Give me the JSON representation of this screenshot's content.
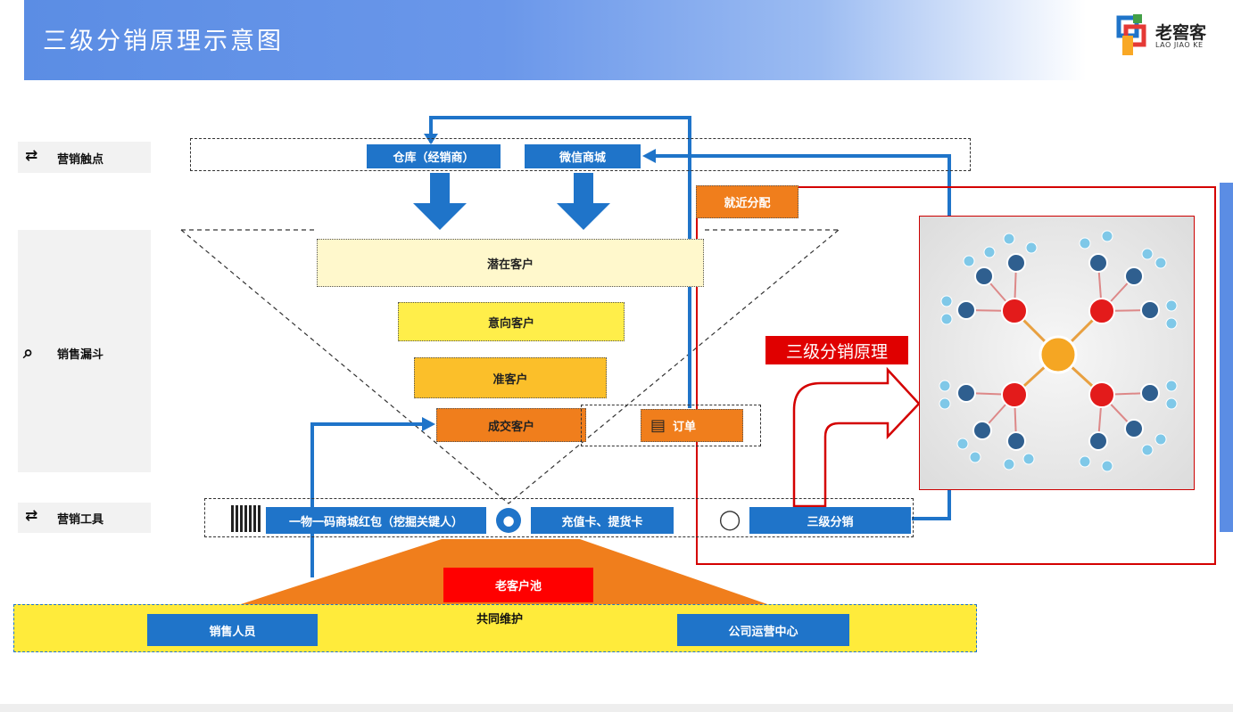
{
  "header": {
    "title": "三级分销原理示意图",
    "logo_text": "老窖客",
    "logo_sub": "LAO JIAO KE"
  },
  "sidebar": {
    "touchpoint": "营销触点",
    "funnel": "销售漏斗",
    "tools": "营销工具"
  },
  "touchpoints": {
    "warehouse": "仓库（经销商）",
    "wechat_mall": "微信商城"
  },
  "funnel": {
    "potential": "潜在客户",
    "intent": "意向客户",
    "quasi": "准客户",
    "deal": "成交客户"
  },
  "nearby_dispatch": "就近分配",
  "order": "订单",
  "tools": {
    "code": "一物一码商城红包（挖掘关键人）",
    "recharge": "充值卡、提货卡",
    "three_level": "三级分销"
  },
  "pool": {
    "title": "老客户池",
    "co_maintain": "共同维护",
    "sales": "销售人员",
    "ops": "公司运营中心"
  },
  "callout": "三级分销原理",
  "colors": {
    "blue": "#1f74c9",
    "orange": "#f07e1c",
    "yellow": "#ffeb3b",
    "red": "#e00000"
  }
}
